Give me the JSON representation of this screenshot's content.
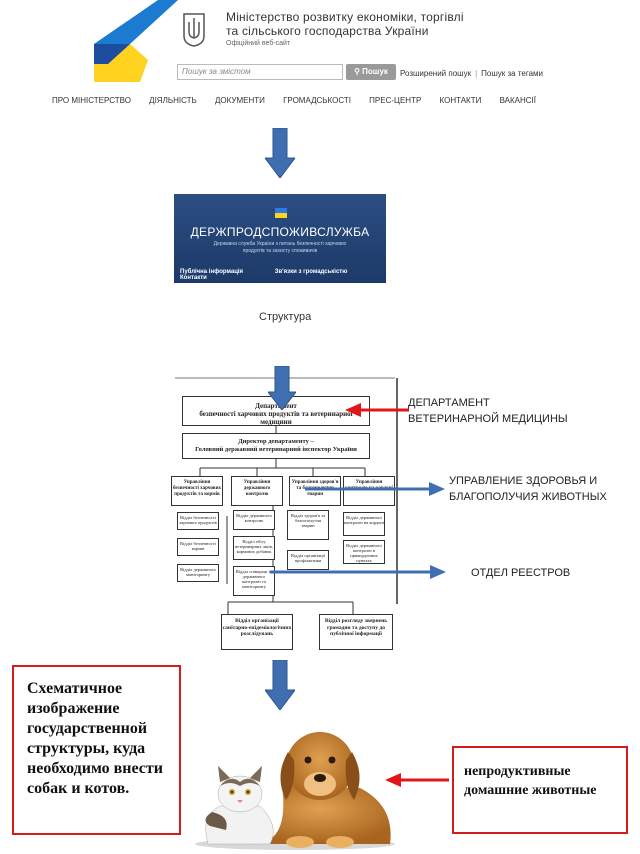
{
  "header": {
    "ministry_line1": "Міністерство розвитку економіки, торгівлі",
    "ministry_line2": "та сільського господарства України",
    "ministry_sub": "Офіційний веб-сайт",
    "search_placeholder": "Пошук за змістом",
    "search_button": "Пошук",
    "advanced_search": "Розширений пошук",
    "search_by_tags": "Пошук за тегами"
  },
  "nav": [
    "ПРО МІНІСТЕРСТВО",
    "ДІЯЛЬНІСТЬ",
    "ДОКУМЕНТИ",
    "ГРОМАДСЬКОСТІ",
    "ПРЕС-ЦЕНТР",
    "КОНТАКТИ",
    "ВАКАНСІЇ"
  ],
  "banner": {
    "title": "ДЕРЖПРОДСПОЖИВСЛУЖБА",
    "subtitle": "Державна служба України з питань безпечності харчових продуктів та захисту споживачів",
    "links": [
      "Публічна інформація",
      "Зв'язки з громадськістю",
      "Контакти"
    ]
  },
  "structure_label": "Структура",
  "org_chart": {
    "dept_head_line1": "Департамент",
    "dept_head_line2": "безпечності харчових продуктів та ветеринарної",
    "dept_head_line3": "медицини",
    "director_line1": "Директор департаменту –",
    "director_line2": "Головний державний ветеринарний інспектор України",
    "units": [
      "Управління безпечності харчових продуктів та кормів",
      "Управління державного контролю",
      "Управління здоров'я та благополуччя тварин",
      "Управління контролю на кордоні"
    ],
    "sections_col1": [
      "Відділ безпечності харчових продуктів",
      "Відділ безпечності кормів",
      "Відділ державного моніторингу"
    ],
    "sections_col2": [
      "Відділ державного контролю",
      "Відділ обігу ветеринарних ліків, кормових добавок",
      "Відділ співпраці за державного контролю та моніторингу"
    ],
    "sections_col3": [
      "Відділ здоров'я та благополуччя тварин",
      "Відділ організації профілактики"
    ],
    "sections_col4": [
      "Відділ державного контролю на кордоні",
      "Відділ державного контролю в прикордонних пунктах"
    ],
    "bottom": [
      "Відділ організації санітарно-епідеміологічних розслідувань",
      "Відділ розгляду звернень громадян та доступу до публічної інформації"
    ]
  },
  "annotations": {
    "department_line1": "ДЕПАРТАМЕНТ",
    "department_line2": "ВЕТЕРИНАРНОЙ МЕДИЦИНЫ",
    "health_line1": "УПРАВЛЕНИЕ ЗДОРОВЬЯ И",
    "health_line2": "БЛАГОПОЛУЧИЯ ЖИВОТНЫХ",
    "registry": "ОТДЕЛ РЕЕСТРОВ",
    "left_box": "Схематичное изображение государственной структуры, куда необходимо внести собак и котов.",
    "right_box": "непродуктивные домашние животные"
  },
  "colors": {
    "arrow_blue": "#3f6fb1",
    "arrow_red": "#e0161a",
    "banner_bg": "#24457a",
    "box_border": "#d21e1e"
  }
}
